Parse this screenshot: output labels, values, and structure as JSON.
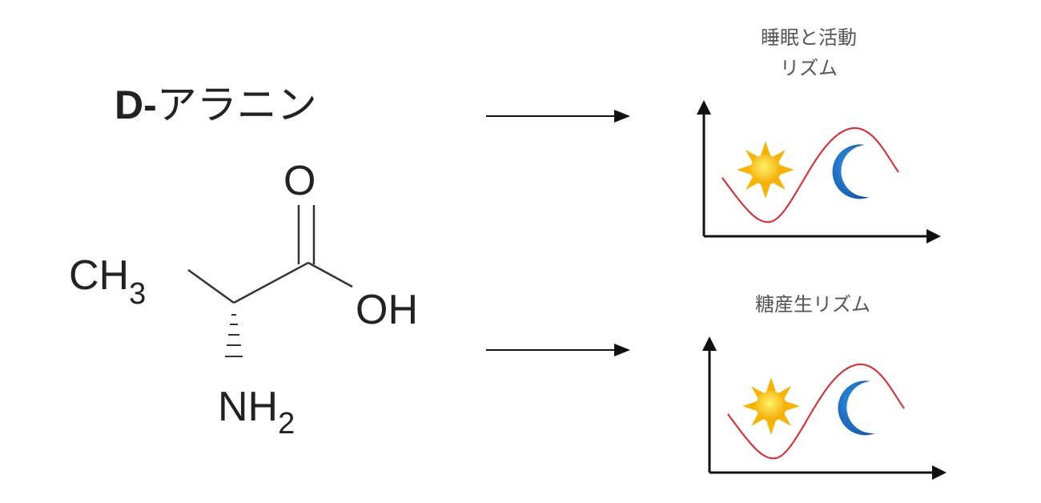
{
  "molecule": {
    "name_prefix": "D-",
    "name_main": "アラニン",
    "atoms": {
      "methyl": "CH",
      "methyl_sub": "3",
      "carbonyl_o": "O",
      "hydroxyl": "OH",
      "amine": "NH",
      "amine_sub": "2"
    }
  },
  "effects": [
    {
      "label_line1": "睡眠と活動",
      "label_line2": "リズム"
    },
    {
      "label_line1": "糖産生リズム",
      "label_line2": ""
    }
  ],
  "colors": {
    "curve": "#e8202a",
    "sun": "#f7b500",
    "moon": "#1a6fc2",
    "ink": "#222222"
  }
}
